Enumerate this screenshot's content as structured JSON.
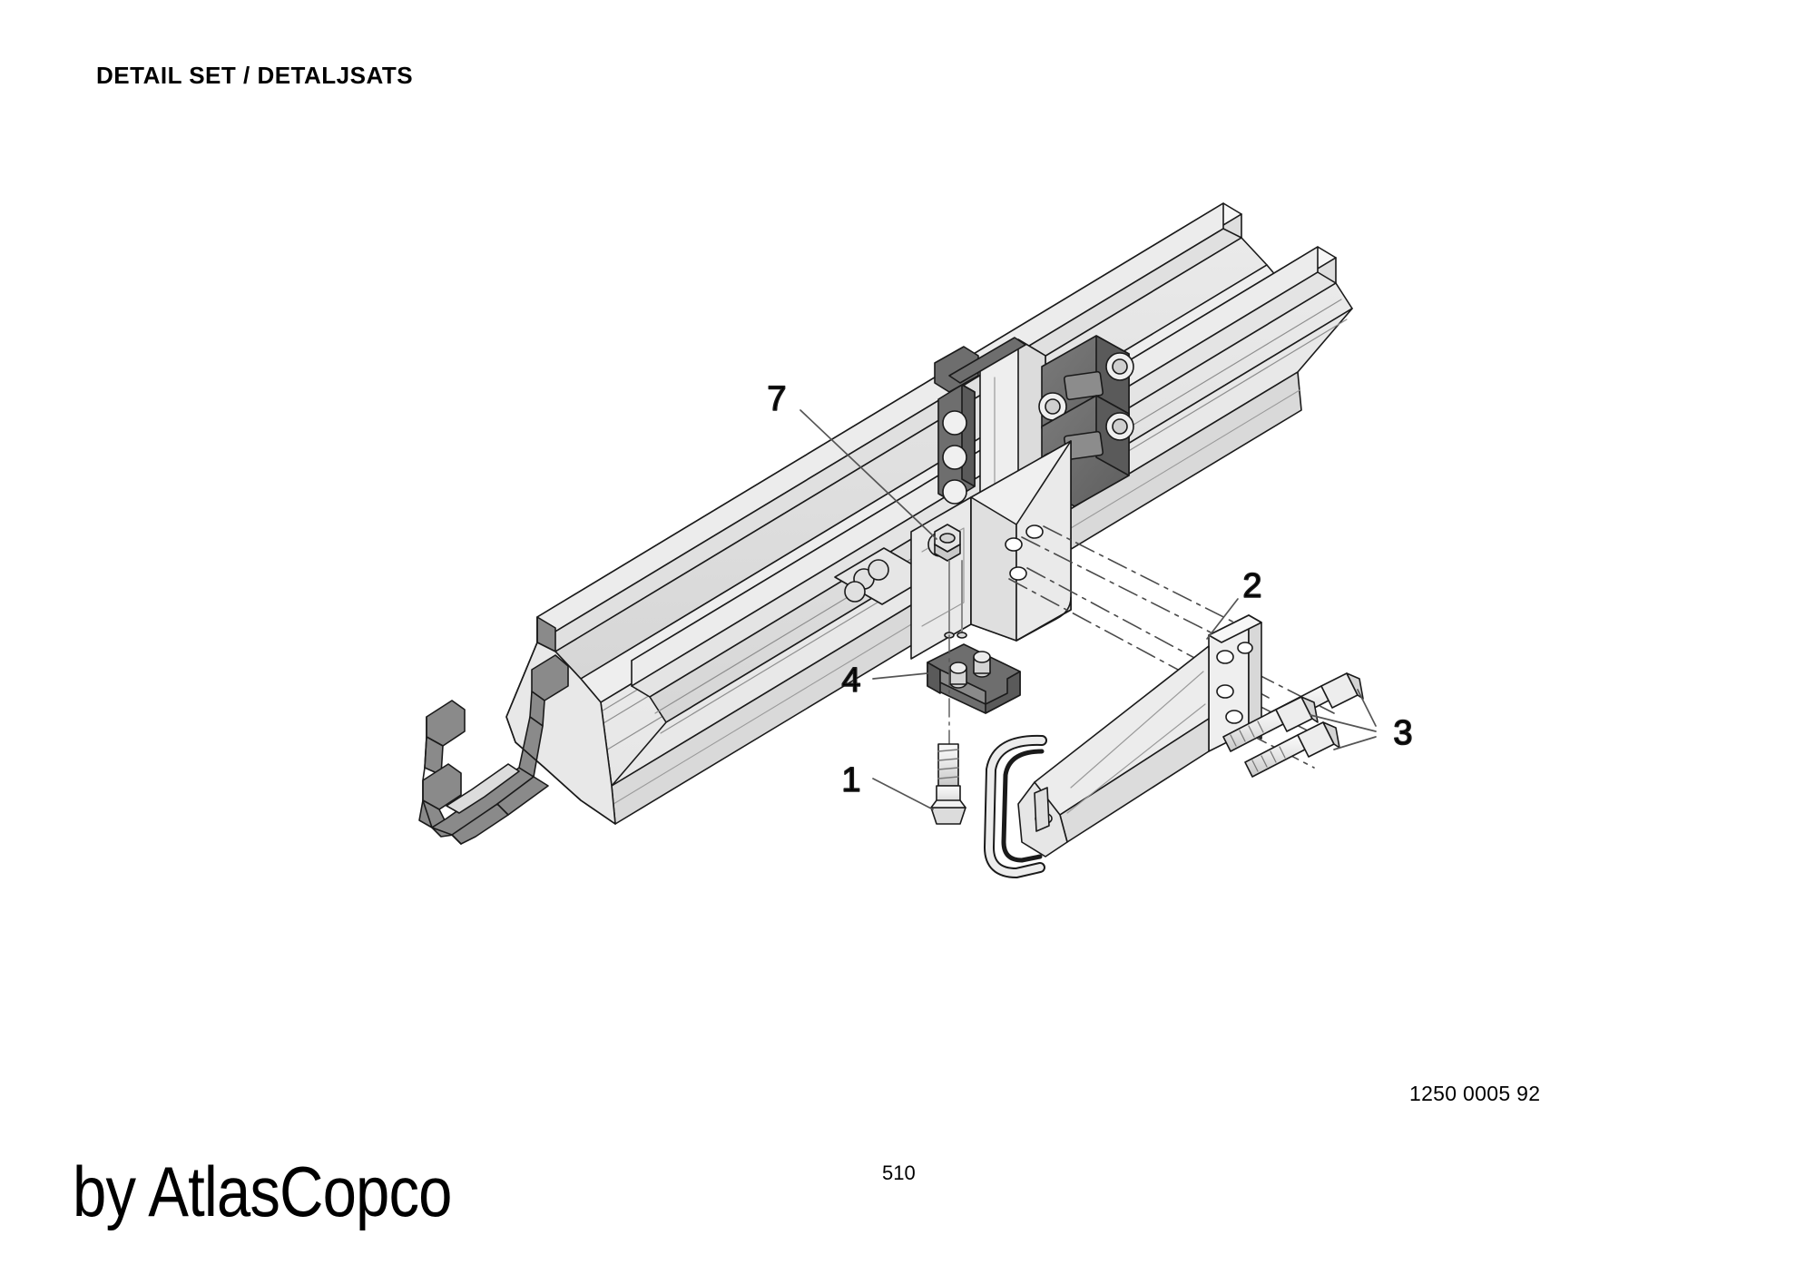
{
  "sheet": {
    "title": "DETAIL SET / DETALJSATS",
    "drawing_number": "1250 0005 92",
    "page_number": "510",
    "brand": "by AtlasCopco"
  },
  "callouts": [
    {
      "id": "callout-1",
      "label": "1",
      "points_to": "hex-head-bolt-long"
    },
    {
      "id": "callout-2",
      "label": "2",
      "points_to": "mounting-bracket-plate"
    },
    {
      "id": "callout-3",
      "label": "3",
      "points_to": "hex-head-bolts-set"
    },
    {
      "id": "callout-4",
      "label": "4",
      "points_to": "channel-nut-clamp"
    },
    {
      "id": "callout-7",
      "label": "7",
      "points_to": "clamp-fastener-nut"
    }
  ],
  "parts": [
    {
      "name": "feed-beam-profile",
      "description": "Extruded aluminium feed beam rail"
    },
    {
      "name": "hose-clamp-blocks",
      "description": "Dark grey twin hose clamp blocks"
    },
    {
      "name": "support-bracket-body",
      "description": "Sheet metal bracket body"
    },
    {
      "name": "mounting-bracket-plate",
      "description": "Tapered mounting bracket plate"
    },
    {
      "name": "bail-handle",
      "description": "Wire bail handle"
    },
    {
      "name": "channel-nut-clamp",
      "description": "Channel nut clamp"
    },
    {
      "name": "hex-head-bolt-long",
      "description": "Long hex head bolt"
    },
    {
      "name": "hex-head-bolts-set",
      "description": "Three hex head bolts"
    }
  ],
  "colors": {
    "line": "#1a1a1a",
    "face_light": "#f2f2f2",
    "face_mid": "#e2e2e2",
    "face_shade": "#d2d2d2",
    "face_dark": "#bdbdbd",
    "section_grey": "#8a8a8a",
    "clamp_dark": "#6e6e6e",
    "clamp_darker": "#5a5a5a",
    "leader": "#555555"
  }
}
